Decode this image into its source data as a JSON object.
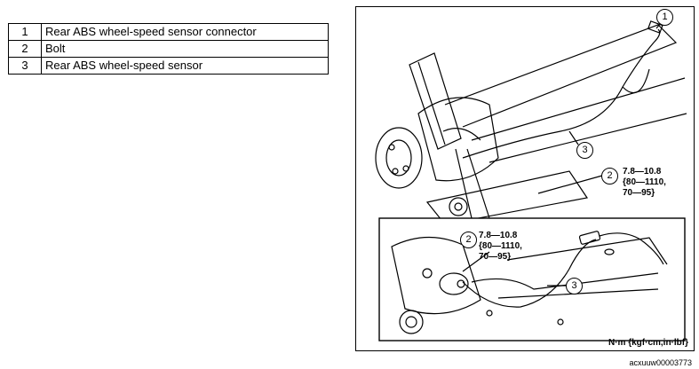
{
  "legend": [
    {
      "num": "1",
      "desc": "Rear ABS wheel-speed sensor connector"
    },
    {
      "num": "2",
      "desc": "Bolt"
    },
    {
      "num": "3",
      "desc": "Rear ABS wheel-speed sensor"
    }
  ],
  "callouts": {
    "connector": "1",
    "bolt_main": "2",
    "sensor_main": "3",
    "bolt_detail": "2",
    "sensor_detail": "3"
  },
  "torque_main": "7.8—10.8\n{80—1110,\n70—95}",
  "torque_detail": "7.8—10.8\n{80—1110,\n70—95}",
  "units_label": "N·m {kgf·cm,in·lbf}",
  "figure_code": "acxuuw00003773"
}
